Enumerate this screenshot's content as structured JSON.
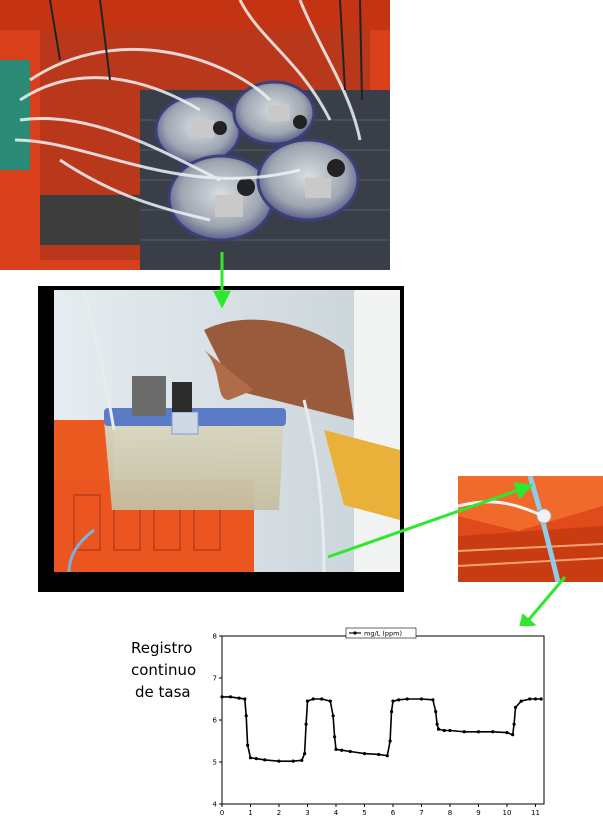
{
  "caption": {
    "lines": [
      "Registro",
      "continuo",
      "de tasa"
    ]
  },
  "photos": {
    "tank": {
      "icon": "respirometry-tank-photo"
    },
    "chamber": {
      "icon": "respirometry-chamber-photo"
    },
    "sensor": {
      "icon": "oxygen-sensor-photo"
    }
  },
  "colors": {
    "arrow": "#2ee82e",
    "tank_orange": "#e8441c",
    "line": "#000000"
  },
  "chart_data": {
    "type": "line",
    "legend": "mg/L (ppm)",
    "legend_position": "top-center",
    "xlim": [
      0,
      11.3
    ],
    "ylim": [
      4,
      8
    ],
    "xticks": [
      0,
      1,
      2,
      3,
      4,
      5,
      6,
      7,
      8,
      9,
      10,
      11
    ],
    "yticks": [
      4,
      5,
      6,
      7,
      8
    ],
    "series": [
      {
        "name": "mg/L (ppm)",
        "x": [
          0,
          0.3,
          0.6,
          0.8,
          0.85,
          0.9,
          1.0,
          1.2,
          1.5,
          2.0,
          2.5,
          2.8,
          2.9,
          2.95,
          3.0,
          3.2,
          3.5,
          3.8,
          3.9,
          3.95,
          4.0,
          4.2,
          4.5,
          5.0,
          5.5,
          5.8,
          5.9,
          5.95,
          6.0,
          6.2,
          6.5,
          7.0,
          7.4,
          7.5,
          7.55,
          7.6,
          7.8,
          8.0,
          8.5,
          9.0,
          9.5,
          10.0,
          10.2,
          10.25,
          10.3,
          10.5,
          10.8,
          11.0,
          11.2
        ],
        "y": [
          6.55,
          6.55,
          6.52,
          6.5,
          6.1,
          5.4,
          5.1,
          5.08,
          5.05,
          5.02,
          5.02,
          5.04,
          5.2,
          5.9,
          6.45,
          6.5,
          6.5,
          6.45,
          6.1,
          5.6,
          5.3,
          5.28,
          5.25,
          5.2,
          5.18,
          5.15,
          5.5,
          6.2,
          6.45,
          6.48,
          6.5,
          6.5,
          6.48,
          6.2,
          5.9,
          5.78,
          5.75,
          5.75,
          5.72,
          5.72,
          5.72,
          5.7,
          5.65,
          5.9,
          6.3,
          6.45,
          6.5,
          6.5,
          6.5
        ]
      }
    ]
  }
}
